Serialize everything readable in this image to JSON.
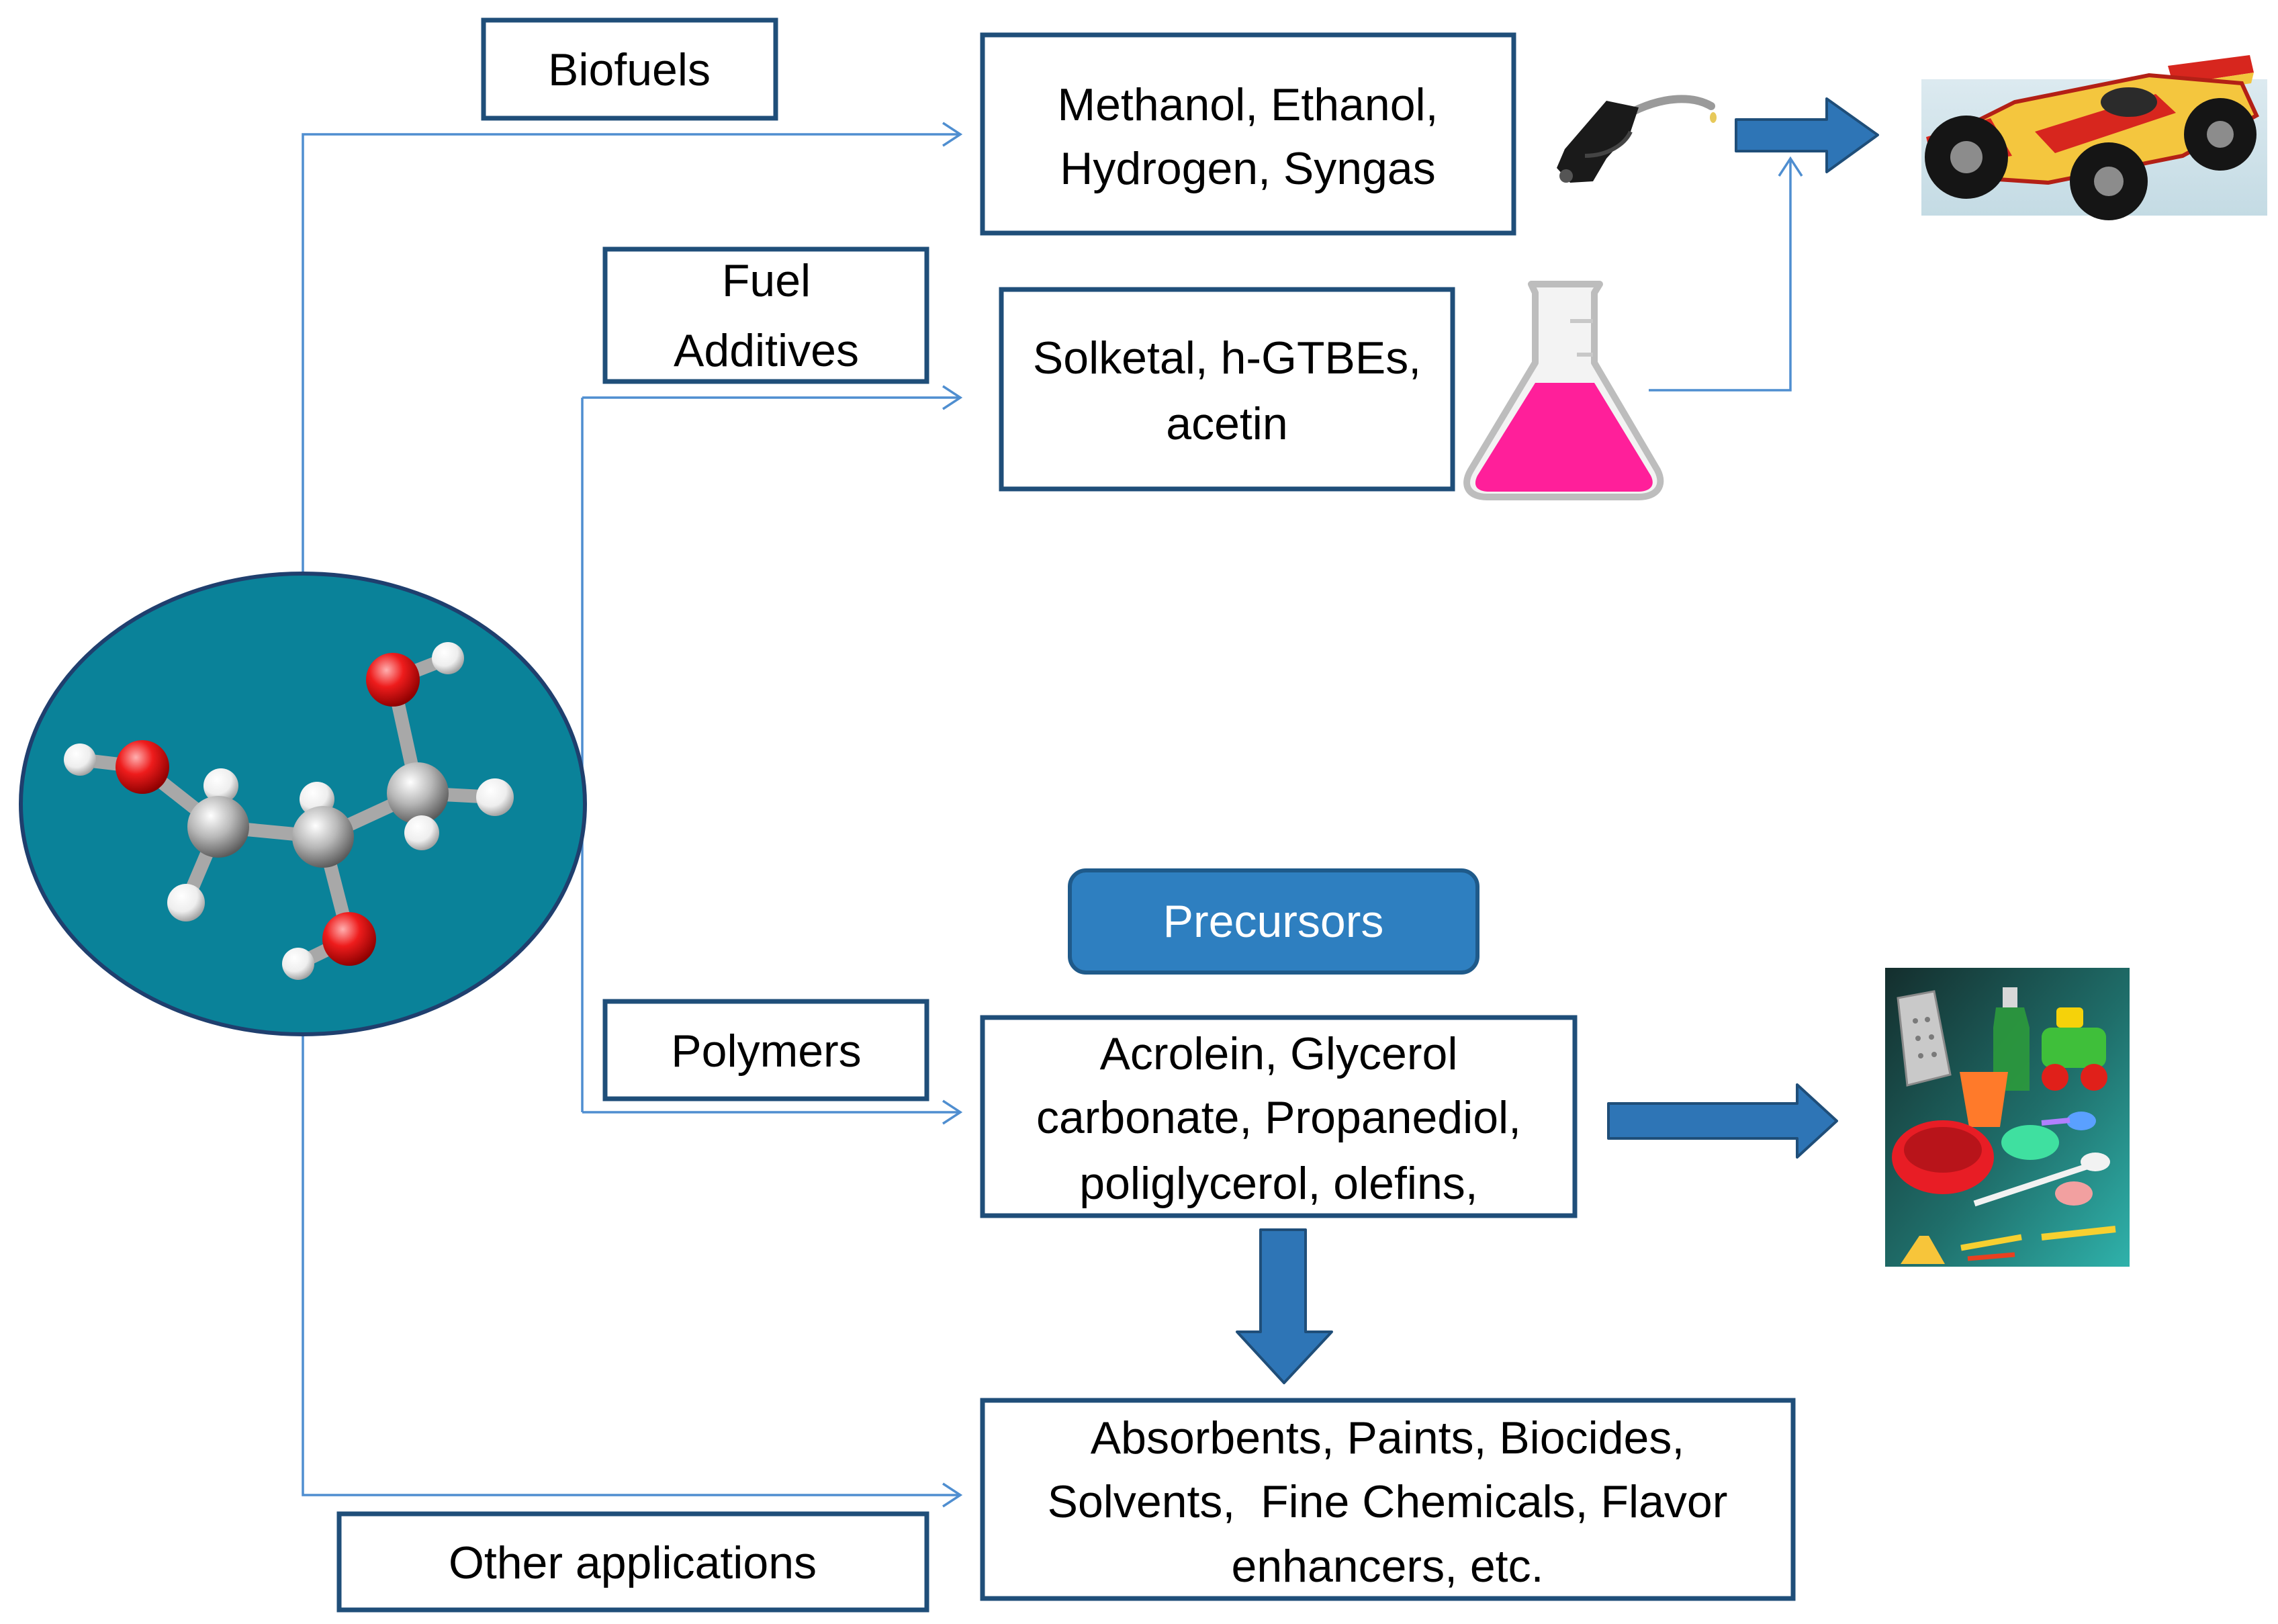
{
  "labels": {
    "biofuels": "Biofuels",
    "fuel_additives": [
      "Fuel",
      "Additives"
    ],
    "polymers": "Polymers",
    "other_applications": "Other applications",
    "precursors": "Precursors"
  },
  "products": {
    "biofuels": [
      "Methanol, Ethanol,",
      "Hydrogen, Syngas"
    ],
    "fuel_additives": [
      "Solketal, h-GTBEs,",
      "acetin"
    ],
    "polymers": [
      "Acrolein, Glycerol",
      "carbonate, Propanediol,",
      "poliglycerol, olefins,"
    ],
    "other_applications": [
      "Absorbents, Paints, Biocides,",
      "Solvents,  Fine Chemicals, Flavor",
      "enhancers, etc."
    ]
  },
  "images": {
    "molecule": "glycerol-molecule-image",
    "nozzle": "fuel-nozzle-icon",
    "car": "race-car-image",
    "flask": "flask-icon",
    "plastics": "plastic-products-image"
  },
  "colors": {
    "box_border": "#1f4e79",
    "connector": "#4f8ed0",
    "block_arrow": "#2e75b6",
    "precursors_fill": "#2e7fc0",
    "molecule_background": "#0a8299"
  }
}
